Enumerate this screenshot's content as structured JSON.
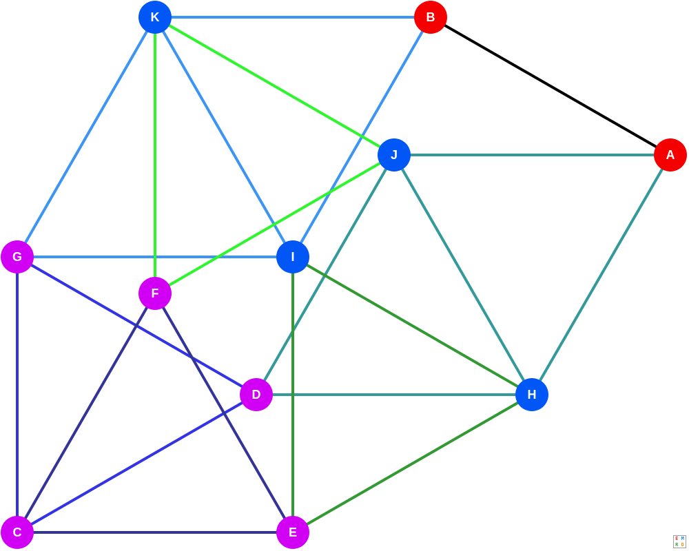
{
  "nodes": [
    {
      "id": "K",
      "label": "K",
      "color": "#0057f5"
    },
    {
      "id": "B",
      "label": "B",
      "color": "#f50000"
    },
    {
      "id": "A",
      "label": "A",
      "color": "#f50000"
    },
    {
      "id": "J",
      "label": "J",
      "color": "#0057f5"
    },
    {
      "id": "G",
      "label": "G",
      "color": "#d100f5"
    },
    {
      "id": "I",
      "label": "I",
      "color": "#0057f5"
    },
    {
      "id": "F",
      "label": "F",
      "color": "#d100f5"
    },
    {
      "id": "D",
      "label": "D",
      "color": "#d100f5"
    },
    {
      "id": "H",
      "label": "H",
      "color": "#0057f5"
    },
    {
      "id": "C",
      "label": "C",
      "color": "#d100f5"
    },
    {
      "id": "E",
      "label": "E",
      "color": "#d100f5"
    }
  ],
  "edges": [
    {
      "from": "K",
      "to": "B",
      "color": "#3c95f5"
    },
    {
      "from": "B",
      "to": "A",
      "color": "#000000"
    },
    {
      "from": "K",
      "to": "G",
      "color": "#3c95f5"
    },
    {
      "from": "K",
      "to": "I",
      "color": "#3c95f5"
    },
    {
      "from": "B",
      "to": "I",
      "color": "#3c95f5"
    },
    {
      "from": "G",
      "to": "I",
      "color": "#3c95f5"
    },
    {
      "from": "K",
      "to": "F",
      "color": "#2ef52e"
    },
    {
      "from": "K",
      "to": "J",
      "color": "#2ef52e"
    },
    {
      "from": "J",
      "to": "F",
      "color": "#2ef52e"
    },
    {
      "from": "J",
      "to": "A",
      "color": "#339999"
    },
    {
      "from": "J",
      "to": "D",
      "color": "#339999"
    },
    {
      "from": "J",
      "to": "H",
      "color": "#339999"
    },
    {
      "from": "A",
      "to": "H",
      "color": "#339999"
    },
    {
      "from": "D",
      "to": "H",
      "color": "#339999"
    },
    {
      "from": "I",
      "to": "H",
      "color": "#339933"
    },
    {
      "from": "I",
      "to": "E",
      "color": "#339933"
    },
    {
      "from": "H",
      "to": "E",
      "color": "#339933"
    },
    {
      "from": "G",
      "to": "D",
      "color": "#3333e6"
    },
    {
      "from": "G",
      "to": "C",
      "color": "#3333e6"
    },
    {
      "from": "D",
      "to": "C",
      "color": "#3333e6"
    },
    {
      "from": "F",
      "to": "C",
      "color": "#333399"
    },
    {
      "from": "F",
      "to": "E",
      "color": "#333399"
    },
    {
      "from": "C",
      "to": "E",
      "color": "#333399"
    }
  ],
  "logo": {
    "letters": [
      "E",
      "M",
      "R",
      "D"
    ],
    "colors": [
      "#e53935",
      "#1e88e5",
      "#43a047",
      "#fb8c00"
    ]
  }
}
